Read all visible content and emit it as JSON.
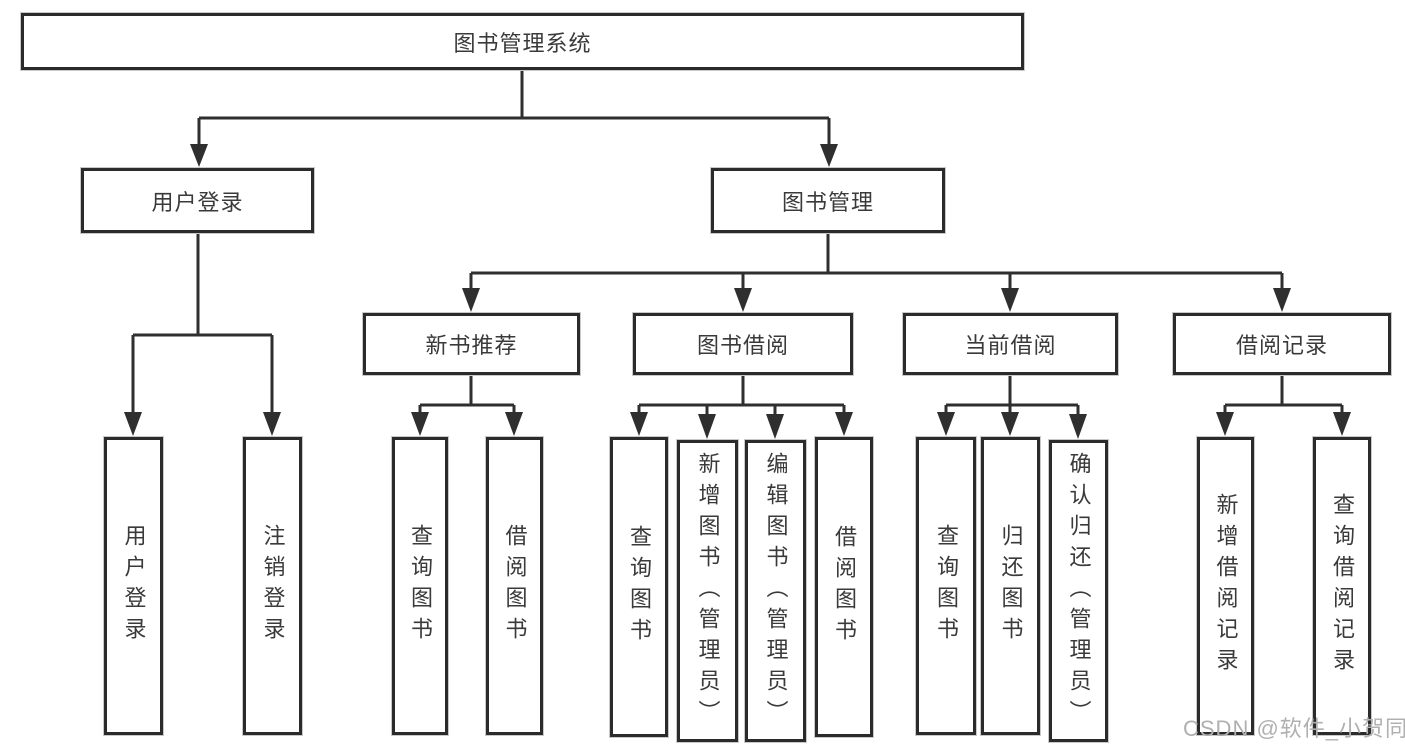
{
  "diagram": {
    "root": {
      "label": "图书管理系统"
    },
    "branches": [
      {
        "label": "用户登录",
        "children": [
          {
            "label": "用户登录"
          },
          {
            "label": "注销登录"
          }
        ]
      },
      {
        "label": "图书管理",
        "children": [
          {
            "label": "新书推荐",
            "children": [
              {
                "label": "查询图书"
              },
              {
                "label": "借阅图书"
              }
            ]
          },
          {
            "label": "图书借阅",
            "children": [
              {
                "label": "查询图书"
              },
              {
                "label": "新增图书（管理员）"
              },
              {
                "label": "编辑图书（管理员）"
              },
              {
                "label": "借阅图书"
              }
            ]
          },
          {
            "label": "当前借阅",
            "children": [
              {
                "label": "查询图书"
              },
              {
                "label": "归还图书"
              },
              {
                "label": "确认归还（管理员）"
              }
            ]
          },
          {
            "label": "借阅记录",
            "children": [
              {
                "label": "新增借阅记录"
              },
              {
                "label": "查询借阅记录"
              }
            ]
          }
        ]
      }
    ]
  },
  "watermark": {
    "text": "CSDN @软件_小贺同学"
  },
  "colors": {
    "line": "#2f2f2f",
    "text": "#3a3a3a",
    "watermark": "#b0b0b0",
    "background": "#ffffff"
  }
}
